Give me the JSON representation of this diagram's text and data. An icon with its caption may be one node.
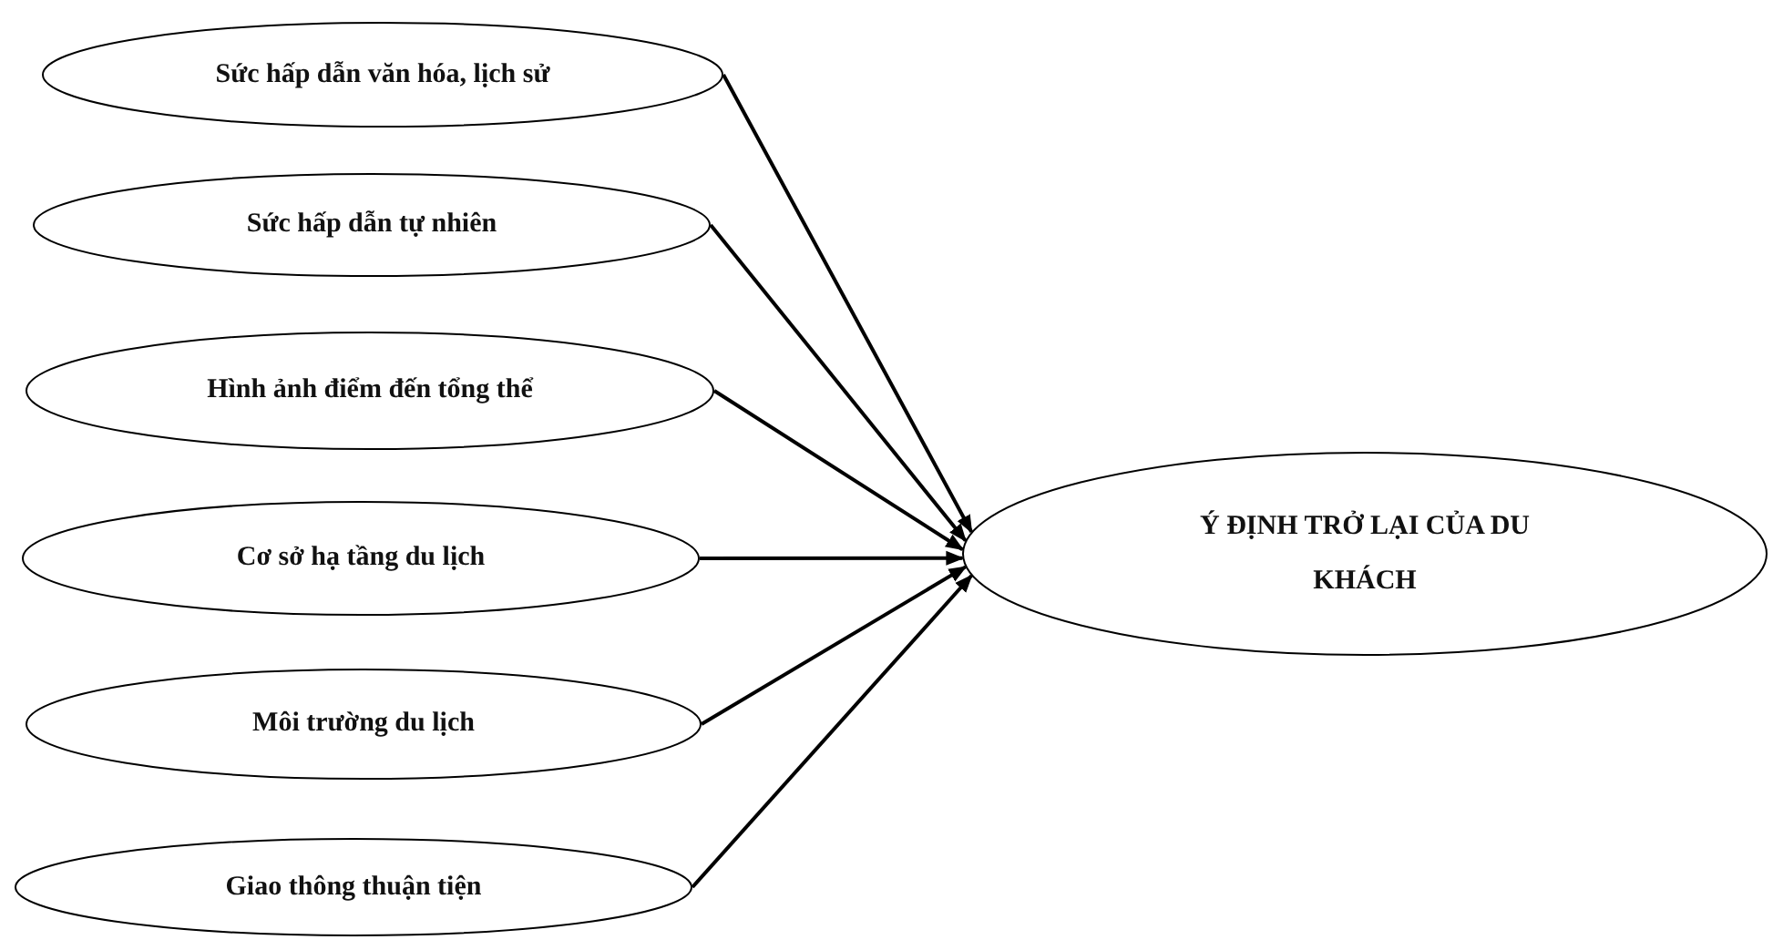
{
  "diagram": {
    "nodes": [
      {
        "text": [
          "Sức hấp dẫn văn hóa, lịch sử"
        ]
      },
      {
        "text": [
          "Sức hấp dẫn tự nhiên"
        ]
      },
      {
        "text": [
          "Hình ảnh điểm đến tổng thể"
        ]
      },
      {
        "text": [
          "Cơ sở hạ tầng du lịch"
        ]
      },
      {
        "text": [
          "Môi trường du lịch"
        ]
      },
      {
        "text": [
          "Giao thông thuận tiện"
        ]
      },
      {
        "text": [
          "Ý ĐỊNH TRỞ LẠI CỦA DU KHÁCH"
        ]
      }
    ],
    "edges": [
      {
        "from": 0,
        "to": 6,
        "arrow": "to"
      },
      {
        "from": 1,
        "to": 6,
        "arrow": "to"
      },
      {
        "from": 2,
        "to": 6,
        "arrow": "to"
      },
      {
        "from": 3,
        "to": 6,
        "arrow": "to"
      },
      {
        "from": 4,
        "to": 6,
        "arrow": "to"
      },
      {
        "from": 5,
        "to": 6,
        "arrow": "to"
      }
    ]
  }
}
